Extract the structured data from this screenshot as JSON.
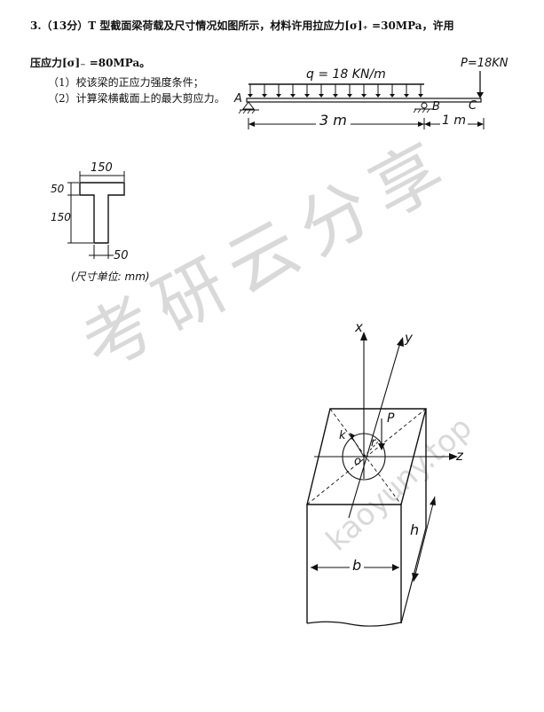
{
  "problem": {
    "line1": "3.（13分）T 型截面梁荷载及尺寸情况如图所示，材料许用拉应力[σ]₊ =30MPa，许用",
    "line2": "压应力[σ]₋ =80MPa。",
    "task1": "（1）校该梁的正应力强度条件；",
    "task2": "（2）计算梁横截面上的最大剪应力。"
  },
  "beam": {
    "load_q": "q = 18 KN/m",
    "load_p": "P=18KN",
    "point_a": "A",
    "point_b": "B",
    "point_c": "C",
    "span_ab": "3 m",
    "span_bc": "1 m"
  },
  "section": {
    "flange_width": "150",
    "flange_thickness": "50",
    "web_height": "150",
    "web_thickness": "50",
    "unit_note": "(尺寸单位: mm)"
  },
  "block": {
    "axis_x": "x",
    "axis_y": "y",
    "axis_z": "z",
    "label_p": "P",
    "label_k": "k",
    "label_r": "r",
    "label_o": "o",
    "label_b": "b",
    "label_h": "h"
  },
  "watermark": {
    "cn": "考研云分享",
    "url": "kaoyuny.top"
  }
}
